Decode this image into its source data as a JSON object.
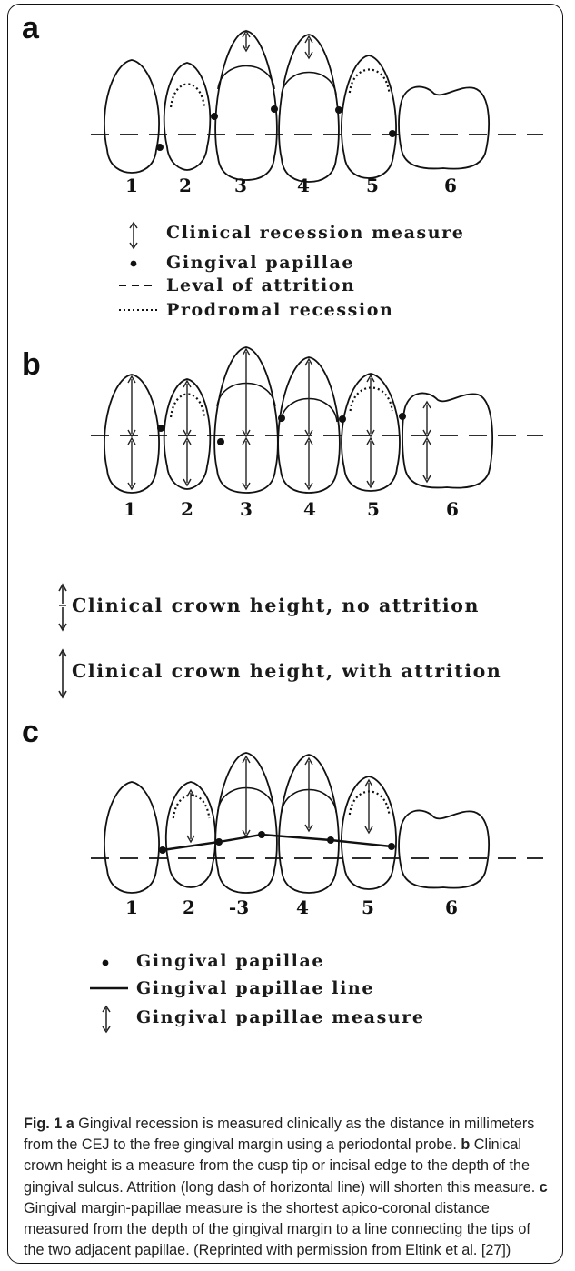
{
  "panels": [
    {
      "letter": "a",
      "tooth_labels": [
        "1",
        "2",
        "3",
        "4",
        "5",
        "6"
      ],
      "legend": [
        {
          "symbol": "double-arrow-icon",
          "text": "Clinical recession measure"
        },
        {
          "symbol": "dot-icon",
          "text": "Gingival papillae"
        },
        {
          "symbol": "dashed-line-icon",
          "text": "Leval of attrition"
        },
        {
          "symbol": "dotted-line-icon",
          "text": "Prodromal recession"
        }
      ]
    },
    {
      "letter": "b",
      "tooth_labels": [
        "1",
        "2",
        "3",
        "4",
        "5",
        "6"
      ],
      "legend": [
        {
          "symbol": "double-arrow-split-icon",
          "text": "Clinical crown height, no attrition"
        },
        {
          "symbol": "double-arrow-long-icon",
          "text": "Clinical crown height, with attrition"
        }
      ]
    },
    {
      "letter": "c",
      "tooth_labels": [
        "1",
        "2",
        "-3",
        "4",
        "5",
        "6"
      ],
      "legend": [
        {
          "symbol": "dot-icon",
          "text": "Gingival papillae"
        },
        {
          "symbol": "solid-line-icon",
          "text": "Gingival papillae line"
        },
        {
          "symbol": "double-arrow-icon",
          "text": "Gingival papillae measure"
        }
      ]
    }
  ],
  "caption": {
    "fig_label": "Fig. 1",
    "segments": [
      {
        "bold": "a",
        "text": " Gingival recession is measured clinically as the distance in millimeters from the CEJ to the free gingival margin using a periodontal probe. "
      },
      {
        "bold": "b",
        "text": " Clinical crown height is a measure from the cusp tip or incisal edge to the depth of the gingival sulcus. Attrition (long dash of horizontal line) will shorten this measure. "
      },
      {
        "bold": "c",
        "text": " Gingival margin-papillae measure is the shortest apico-coronal distance measured from the depth of the gingival margin to a line connecting the tips of the two adjacent papillae. (Reprinted with permission from Eltink et al. [27])"
      }
    ]
  }
}
